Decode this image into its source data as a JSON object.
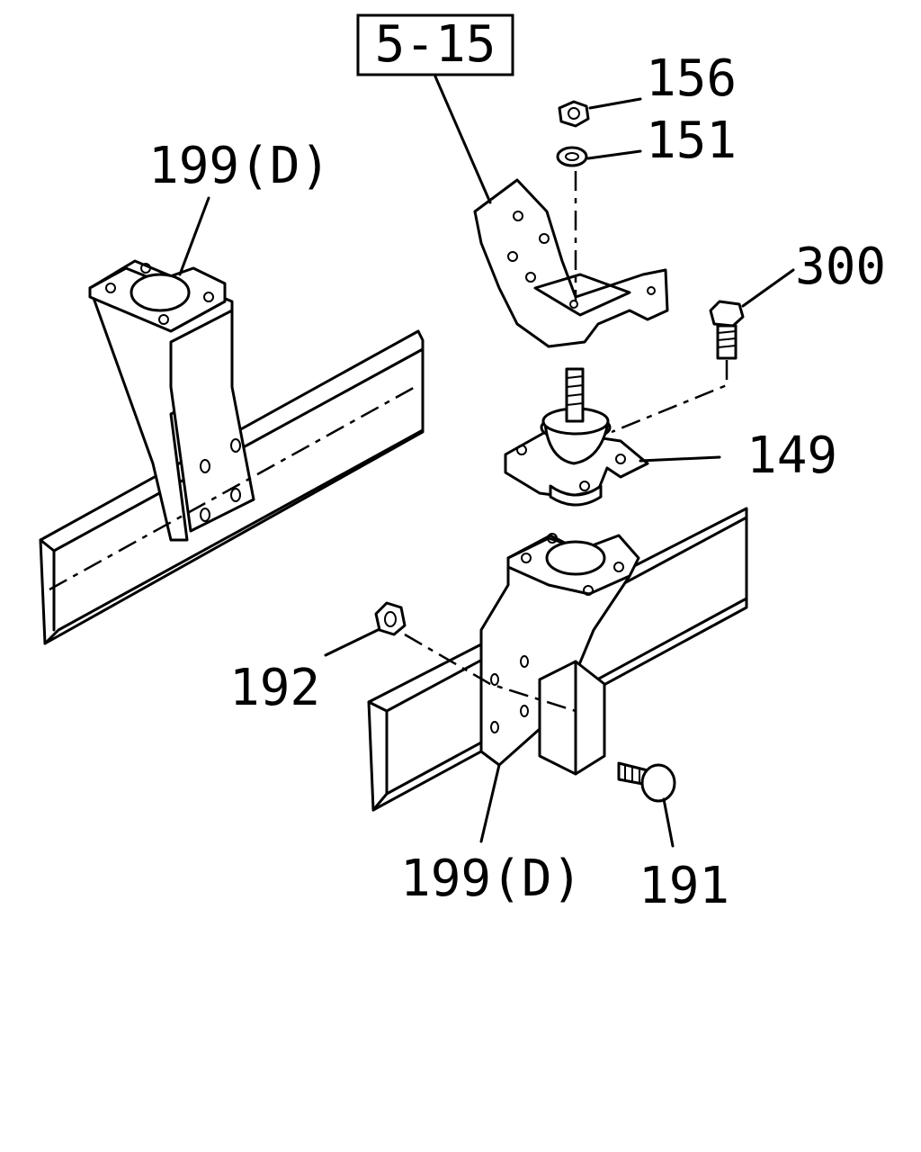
{
  "callouts": {
    "ref_box": "5-15",
    "nut": "156",
    "washer": "151",
    "bolt_top": "300",
    "mount": "149",
    "upper_bracket": "199(D)",
    "lower_bracket": "199(D)",
    "flange_nut": "192",
    "bolt_lower": "191"
  }
}
